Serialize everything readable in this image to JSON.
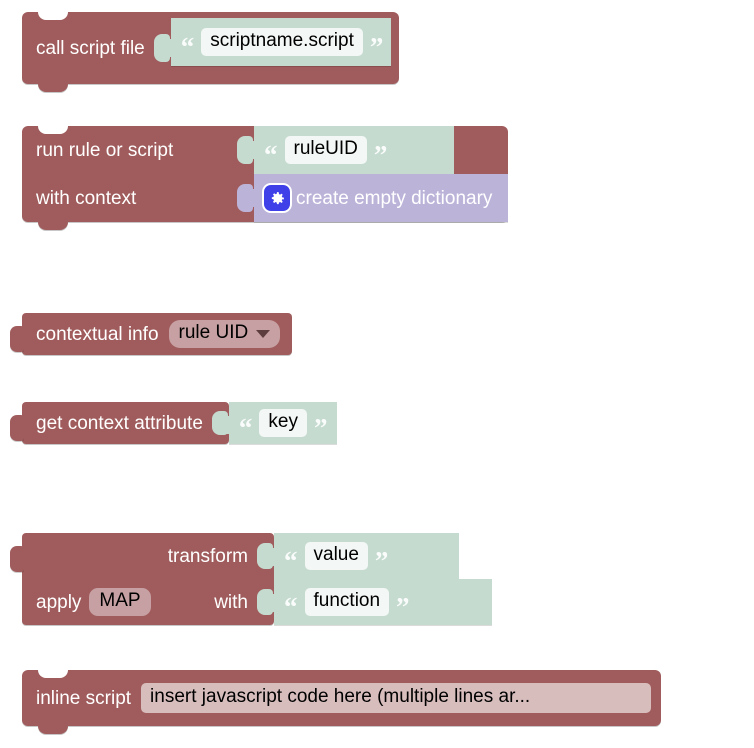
{
  "workspace": {
    "background_color": "#ffffff",
    "colors": {
      "statement_block": "#a05c5c",
      "string_block": "#c5dbd0",
      "dictionary_block": "#bcb3d9",
      "field_on_red": "#c6a0a2",
      "field_on_mint": "#f3f7f5",
      "mutator_button": "#4040e8",
      "label_text": "#ffffff"
    }
  },
  "blocks": [
    {
      "id": "call-script-file",
      "kind": "statement",
      "rows": [
        {
          "label": "call script file",
          "input": {
            "kind": "string",
            "open_quote": "“",
            "close_quote": "”",
            "value": "scriptname.script"
          }
        }
      ]
    },
    {
      "id": "run-rule-or-script",
      "kind": "statement",
      "rows": [
        {
          "label": "run rule or script",
          "input": {
            "kind": "string",
            "open_quote": "“",
            "close_quote": "”",
            "value": "ruleUID"
          }
        },
        {
          "label": "with context",
          "input": {
            "kind": "dictionary",
            "mutator_icon": "gear-icon",
            "value": "create empty dictionary"
          }
        }
      ]
    },
    {
      "id": "contextual-info",
      "kind": "reporter",
      "rows": [
        {
          "label": "contextual info",
          "dropdown": {
            "selected": "rule UID",
            "icon": "chevron-down-icon"
          }
        }
      ]
    },
    {
      "id": "get-context-attribute",
      "kind": "reporter",
      "rows": [
        {
          "label": "get context attribute",
          "input": {
            "kind": "string",
            "open_quote": "“",
            "close_quote": "”",
            "value": "key"
          }
        }
      ]
    },
    {
      "id": "transform",
      "kind": "reporter",
      "rows": [
        {
          "label": "transform",
          "input": {
            "kind": "string",
            "open_quote": "“",
            "close_quote": "”",
            "value": "value"
          }
        },
        {
          "label_prefix": "apply",
          "field": "MAP",
          "label_suffix": "with",
          "input": {
            "kind": "string",
            "open_quote": "“",
            "close_quote": "”",
            "value": "function"
          }
        }
      ]
    },
    {
      "id": "inline-script",
      "kind": "statement",
      "rows": [
        {
          "label": "inline script",
          "code_field": "insert javascript code here (multiple lines ar..."
        }
      ]
    }
  ]
}
